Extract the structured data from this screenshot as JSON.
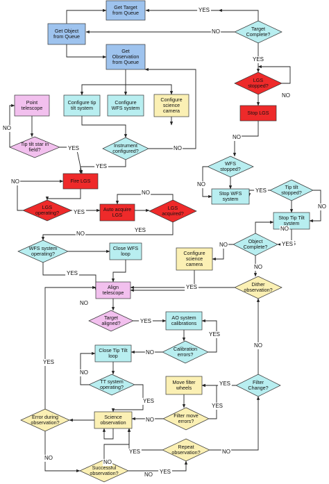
{
  "colors": {
    "blue": "#9ec3ee",
    "pink": "#f2c0ee",
    "cyan": "#b8eef0",
    "yellow": "#fbf0b4",
    "red": "#ee2a2a",
    "edge": "#222222"
  },
  "nodes": [
    {
      "id": "get-target",
      "shape": "rect",
      "color": "blue",
      "lines": [
        "Get Target",
        "from Queue"
      ]
    },
    {
      "id": "get-object",
      "shape": "rect",
      "color": "blue",
      "lines": [
        "Get Object",
        "from Queue"
      ]
    },
    {
      "id": "get-observation",
      "shape": "rect",
      "color": "blue",
      "lines": [
        "Get",
        "Observation",
        "from Queue"
      ]
    },
    {
      "id": "target-complete",
      "shape": "diamond",
      "color": "cyan",
      "lines": [
        "Target",
        "Complete?"
      ]
    },
    {
      "id": "lgs-stopped",
      "shape": "diamond",
      "color": "red",
      "lines": [
        "LGS",
        "stopped?"
      ]
    },
    {
      "id": "stop-lgs",
      "shape": "rect",
      "color": "red",
      "lines": [
        "Stop LGS"
      ]
    },
    {
      "id": "point-telescope",
      "shape": "rect",
      "color": "pink",
      "lines": [
        "Point",
        "telescope"
      ]
    },
    {
      "id": "config-tiptilt",
      "shape": "rect",
      "color": "cyan",
      "lines": [
        "Configure tip",
        "tilt system"
      ]
    },
    {
      "id": "config-wfs",
      "shape": "rect",
      "color": "cyan",
      "lines": [
        "Configure",
        "WFS system"
      ]
    },
    {
      "id": "config-camera-1",
      "shape": "rect",
      "color": "yellow",
      "lines": [
        "Configure",
        "science",
        "camera"
      ]
    },
    {
      "id": "tiptilt-star",
      "shape": "diamond",
      "color": "pink",
      "lines": [
        "Tip tilt star in",
        "field?"
      ]
    },
    {
      "id": "instrument-configured",
      "shape": "diamond",
      "color": "cyan",
      "lines": [
        "Instrument",
        "configured?"
      ]
    },
    {
      "id": "wfs-stopped",
      "shape": "diamond",
      "color": "cyan",
      "lines": [
        "WFS",
        "stopped?"
      ]
    },
    {
      "id": "fire-lgs",
      "shape": "rect",
      "color": "red",
      "lines": [
        "Fire LGS"
      ]
    },
    {
      "id": "stop-wfs",
      "shape": "rect",
      "color": "cyan",
      "lines": [
        "Stop WFS",
        "system"
      ]
    },
    {
      "id": "tiptilt-stopped",
      "shape": "diamond",
      "color": "cyan",
      "lines": [
        "Tip tilt",
        "stopped?"
      ]
    },
    {
      "id": "lgs-operating",
      "shape": "diamond",
      "color": "red",
      "lines": [
        "LGS",
        "operating?"
      ]
    },
    {
      "id": "auto-acquire-lgs",
      "shape": "rect",
      "color": "red",
      "lines": [
        "Auto acquire",
        "LGS"
      ]
    },
    {
      "id": "lgs-acquired",
      "shape": "diamond",
      "color": "red",
      "lines": [
        "LGS",
        "acquired?"
      ]
    },
    {
      "id": "stop-tiptilt",
      "shape": "rect",
      "color": "cyan",
      "lines": [
        "Stop Tip Tilt",
        "system"
      ]
    },
    {
      "id": "object-complete",
      "shape": "diamond",
      "color": "cyan",
      "lines": [
        "Object",
        "Complete?"
      ]
    },
    {
      "id": "wfs-operating",
      "shape": "diamond",
      "color": "cyan",
      "lines": [
        "WFS system",
        "operating?"
      ]
    },
    {
      "id": "close-wfs",
      "shape": "rect",
      "color": "cyan",
      "lines": [
        "Close WFS",
        "loop"
      ]
    },
    {
      "id": "config-camera-2",
      "shape": "rect",
      "color": "yellow",
      "lines": [
        "Configure",
        "science",
        "camera"
      ]
    },
    {
      "id": "dither",
      "shape": "diamond",
      "color": "yellow",
      "lines": [
        "Dither",
        "observation?"
      ]
    },
    {
      "id": "align-telescope",
      "shape": "rect",
      "color": "pink",
      "lines": [
        "Align",
        "telescope"
      ]
    },
    {
      "id": "target-aligned",
      "shape": "diamond",
      "color": "pink",
      "lines": [
        "Target",
        "aligned?"
      ]
    },
    {
      "id": "ao-calibrations",
      "shape": "rect",
      "color": "cyan",
      "lines": [
        "AO system",
        "calibrations"
      ]
    },
    {
      "id": "calibration-errors",
      "shape": "diamond",
      "color": "cyan",
      "lines": [
        "Calibration",
        "errors?"
      ]
    },
    {
      "id": "close-tiptilt",
      "shape": "rect",
      "color": "cyan",
      "lines": [
        "Close Tip Tilt",
        "loop"
      ]
    },
    {
      "id": "tt-operating",
      "shape": "diamond",
      "color": "cyan",
      "lines": [
        "TT system",
        "operating?"
      ]
    },
    {
      "id": "move-filter",
      "shape": "rect",
      "color": "yellow",
      "lines": [
        "Move filter",
        "wheels"
      ]
    },
    {
      "id": "filter-change",
      "shape": "diamond",
      "color": "cyan",
      "lines": [
        "Filter",
        "Change?"
      ]
    },
    {
      "id": "filter-errors",
      "shape": "diamond",
      "color": "yellow",
      "lines": [
        "Filter move",
        "errors?"
      ]
    },
    {
      "id": "error-during",
      "shape": "diamond",
      "color": "yellow",
      "lines": [
        "Error during",
        "observation?"
      ]
    },
    {
      "id": "science-observation",
      "shape": "rect",
      "color": "yellow",
      "lines": [
        "Science",
        "observation"
      ]
    },
    {
      "id": "repeat-observation",
      "shape": "diamond",
      "color": "yellow",
      "lines": [
        "Repeat",
        "observation?"
      ]
    },
    {
      "id": "successful-observation",
      "shape": "diamond",
      "color": "yellow",
      "lines": [
        "Successful",
        "observation?"
      ]
    }
  ],
  "labels": [
    "YES",
    "NO",
    "YES",
    "NO",
    "NO",
    "YES",
    "NO",
    "YES",
    "NO",
    "YES",
    "NO",
    "YES",
    "YES",
    "NO",
    "NO",
    "YES",
    "NO",
    "YES",
    "NO",
    "YES",
    "NO",
    "YES",
    "YES",
    "YES",
    "NO",
    "NO",
    "NO",
    "YES",
    "YES",
    "NO",
    "NO",
    "YES",
    "NO",
    "YES",
    "NO",
    "YES",
    "NO",
    "NO",
    "YES",
    "NO",
    "NO",
    "YES",
    "NO",
    "NO"
  ]
}
